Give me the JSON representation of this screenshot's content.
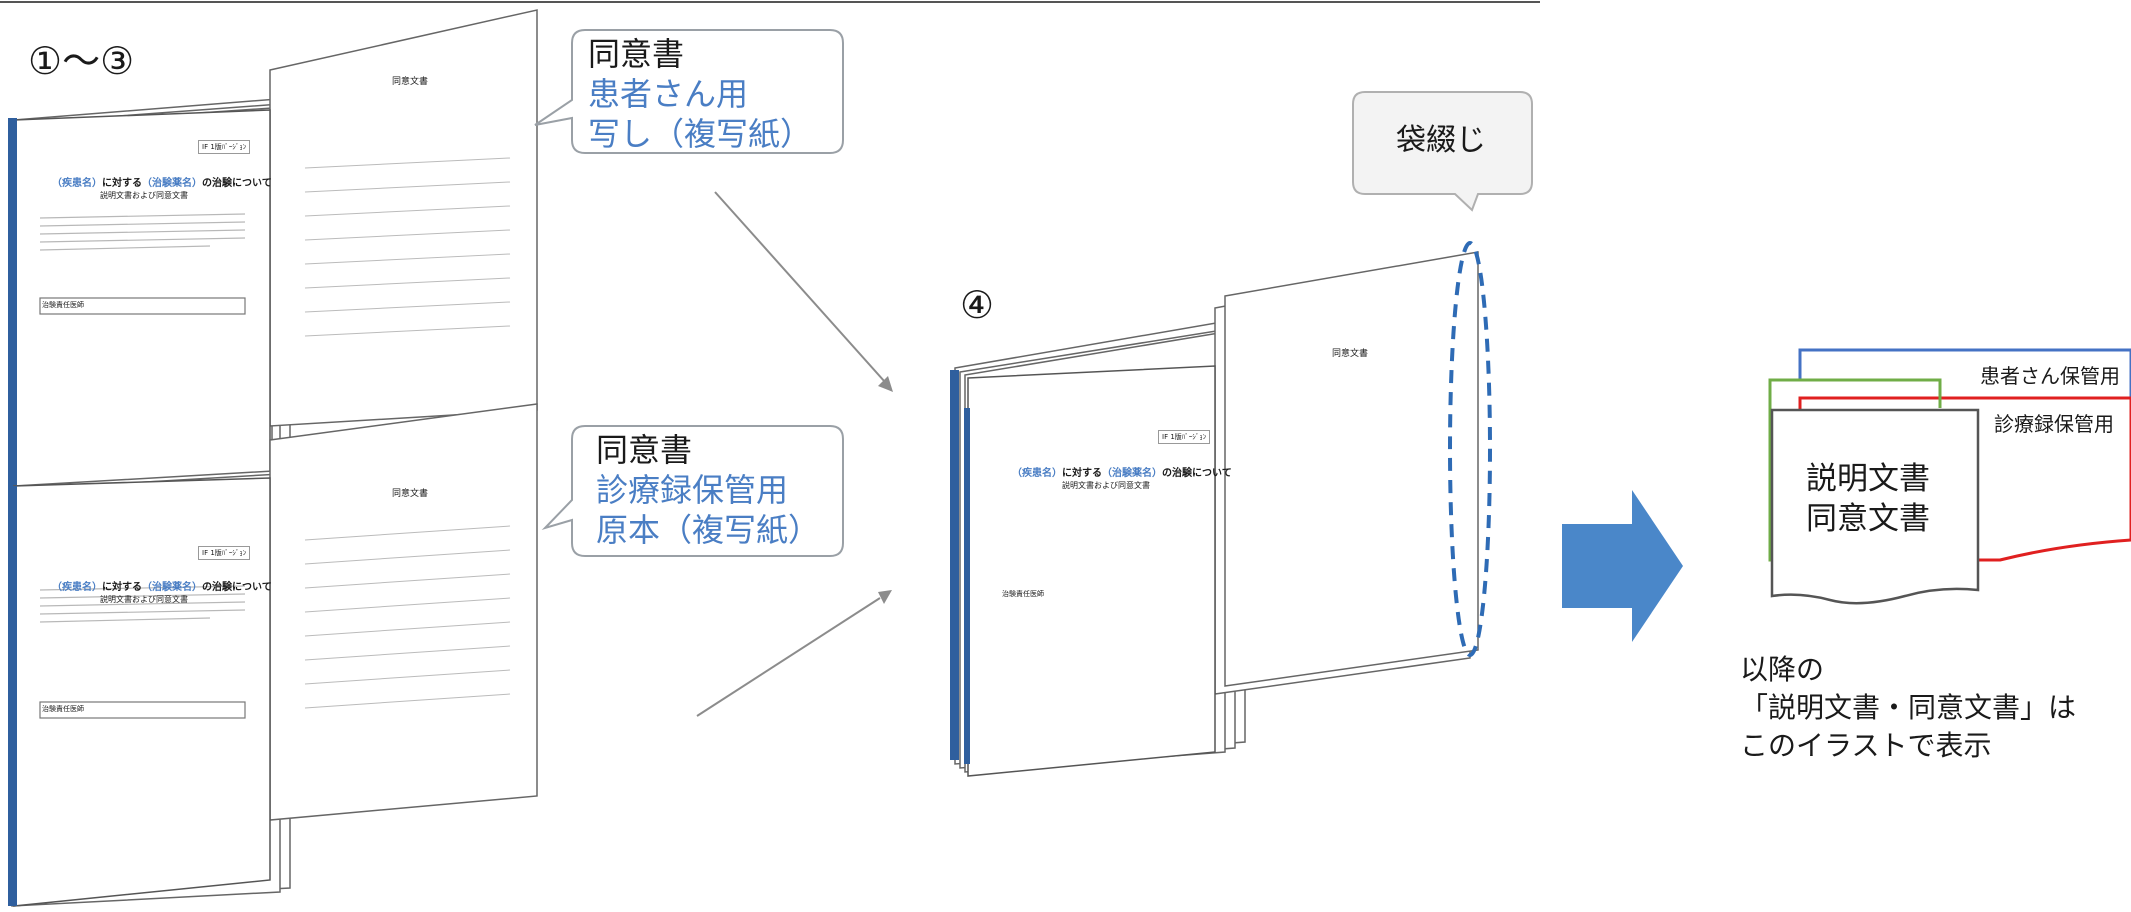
{
  "steps": {
    "first": "①〜③",
    "fourth": "④"
  },
  "callouts": {
    "patient_copy": {
      "line1": "同意書",
      "line2": "患者さん用",
      "line3": "写し（複写紙）"
    },
    "record_original": {
      "line1": "同意書",
      "line2": "診療録保管用",
      "line3": "原本（複写紙）"
    },
    "binding": "袋綴じ"
  },
  "document_page": {
    "title_prefix": "（疾患名）",
    "title_middle": "に対する",
    "title_drug": "（治験薬名）",
    "title_suffix": "の治験について",
    "subtitle": "説明文書および同意文書",
    "version_box": "IF 1版ﾊﾞｰｼﾞｮﾝ",
    "consent_heading": "同意文書",
    "field_label": "治験責任医師"
  },
  "illustration": {
    "labels": {
      "patient": "患者さん保管用",
      "record": "診療録保管用"
    },
    "doc_line1": "説明文書",
    "doc_line2": "同意文書"
  },
  "note": {
    "line1": "以降の",
    "line2": "「説明文書・同意文書」は",
    "line3": "このイラストで表示"
  },
  "colors": {
    "accent_blue": "#4a7ec4",
    "binding_dash": "#2e6bb5",
    "arrow_fill": "#4a87c9",
    "patient_tab": "#4472c4",
    "green_tab": "#70ad47",
    "red_tab": "#e02020",
    "outline": "#555555",
    "callout_border": "#9aa0a6"
  }
}
